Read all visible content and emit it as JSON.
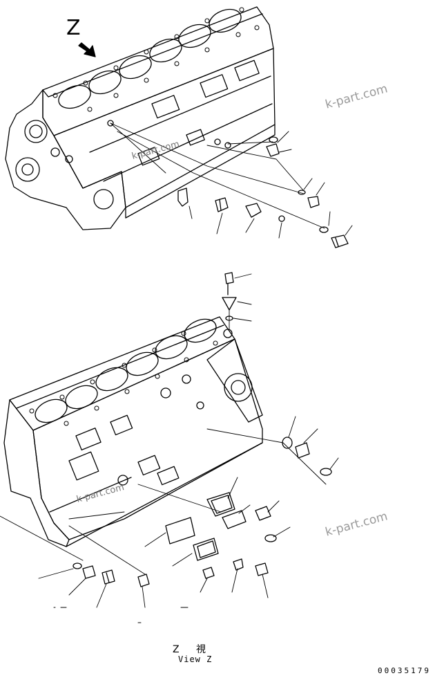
{
  "view_letter": "Z",
  "caption_jp": "Z 視",
  "caption_en": "View Z",
  "figure_id": "00035179",
  "watermarks": [
    "k-part.com",
    "k-part.com",
    "k-part.com",
    "k-part.com"
  ],
  "colors": {
    "line": "#000000",
    "watermark": "#9a9a9a"
  }
}
